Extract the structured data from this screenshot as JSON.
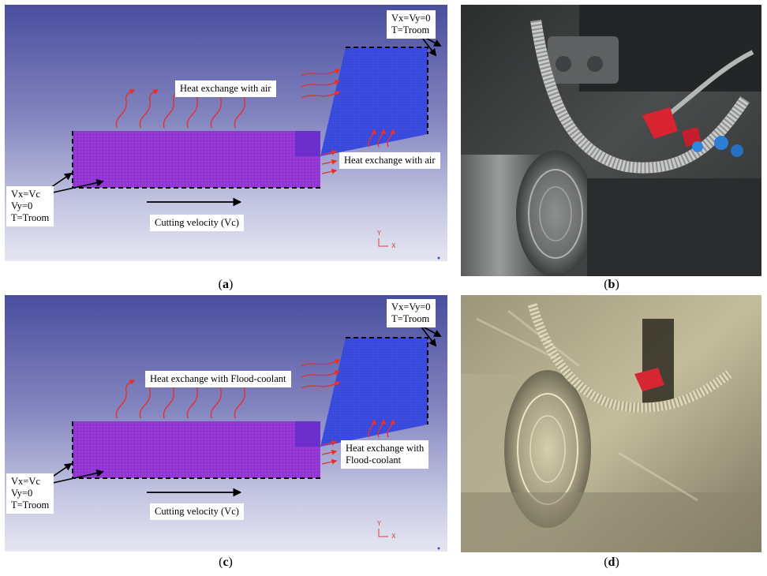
{
  "panels": {
    "a": {
      "caption_letter": "a",
      "top_label": "Heat exchange with air",
      "right_label_lines": [
        "Heat exchange with air"
      ],
      "tool_bc_lines": [
        "Vx=Vy=0",
        "T=Troom"
      ],
      "work_bc_lines": [
        "Vx=Vc",
        "Vy=0",
        "T=Troom"
      ],
      "velocity_label": "Cutting velocity (Vc)",
      "axis_y": "Y",
      "axis_x": "X"
    },
    "b": {
      "caption_letter": "b"
    },
    "c": {
      "caption_letter": "c",
      "top_label": "Heat exchange with Flood-coolant",
      "right_label_lines": [
        "Heat exchange with",
        "Flood-coolant"
      ],
      "tool_bc_lines": [
        "Vx=Vy=0",
        "T=Troom"
      ],
      "work_bc_lines": [
        "Vx=Vc",
        "Vy=0",
        "T=Troom"
      ],
      "velocity_label": "Cutting velocity (Vc)",
      "axis_y": "Y",
      "axis_x": "X"
    },
    "d": {
      "caption_letter": "d"
    }
  },
  "colors": {
    "workpiece_mesh": "#9a3ad8",
    "tool_mesh": "#3c4ee0",
    "heat_arrow": "#e8302a"
  }
}
